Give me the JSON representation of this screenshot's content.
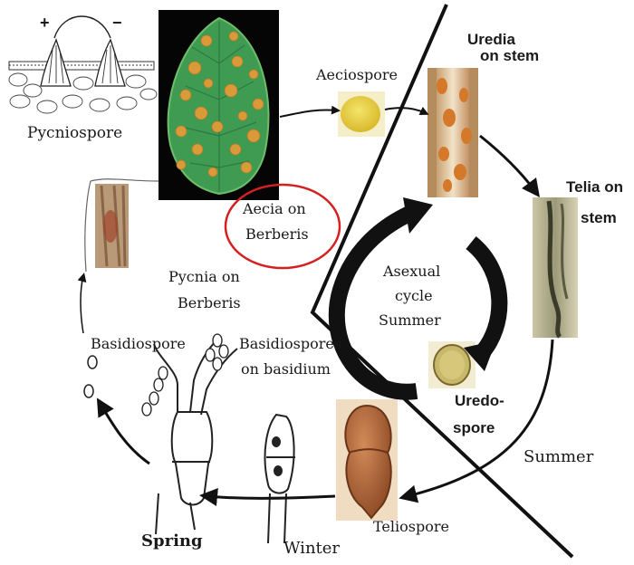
{
  "labels": {
    "pycniospore": "Pycniospore",
    "aeciospore": "Aeciospore",
    "uredia_line1": "Uredia",
    "uredia_line2": "on stem",
    "telia_line1": "Telia on",
    "telia_line2": "stem",
    "aecia_line1": "Aecia on",
    "aecia_line2": "Berberis",
    "pycnia_line1": "Pycnia on",
    "pycnia_line2": "Berberis",
    "asexual_line1": "Asexual",
    "asexual_line2": "cycle",
    "asexual_line3": "Summer",
    "basidiospore": "Basidiospore",
    "basidiospores_line1": "Basidiospores",
    "basidiospores_line2": "on basidium",
    "uredospore_line1": "Uredo-",
    "uredospore_line2": "spore",
    "summer": "Summer",
    "teliospore": "Teliospore",
    "spring": "Spring",
    "winter": "Winter",
    "plus": "+",
    "minus": "−"
  },
  "colors": {
    "leaf_green": "#3f9a52",
    "lesion_orange": "#d99a3a",
    "highlight_circle": "#d42020",
    "arrow": "#111111"
  }
}
